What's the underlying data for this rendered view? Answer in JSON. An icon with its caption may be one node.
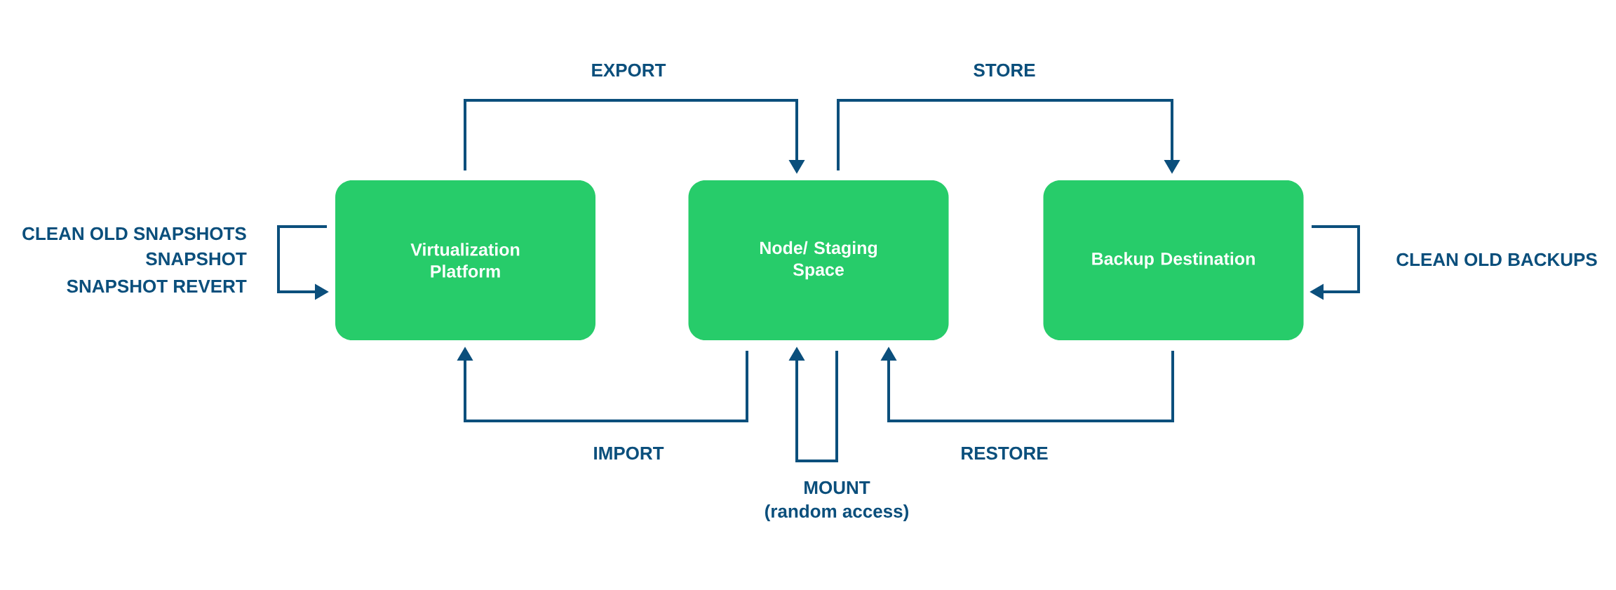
{
  "diagram": {
    "nodes": [
      {
        "text": [
          "Virtualization Platform"
        ]
      },
      {
        "text": [
          "Node/ Staging Space"
        ]
      },
      {
        "text": [
          "Backup Destination"
        ]
      }
    ],
    "edges": [
      {
        "from": 0,
        "to": 1,
        "arrow": "to",
        "label": "EXPORT"
      },
      {
        "from": 1,
        "to": 2,
        "arrow": "to",
        "label": "STORE"
      },
      {
        "from": 1,
        "to": 0,
        "arrow": "to",
        "label": "IMPORT"
      },
      {
        "from": 2,
        "to": 1,
        "arrow": "to",
        "label": "RESTORE"
      },
      {
        "from": 1,
        "to": 1,
        "arrow": "to",
        "label": "MOUNT"
      },
      {
        "from": 0,
        "to": 0,
        "arrow": "to"
      },
      {
        "from": 2,
        "to": 2,
        "arrow": "to",
        "label": "CLEAN OLD BACKUPS"
      }
    ],
    "labels": [
      "(random access)",
      "CLEAN OLD SNAPSHOTS",
      "SNAPSHOT",
      "SNAPSHOT REVERT"
    ]
  }
}
